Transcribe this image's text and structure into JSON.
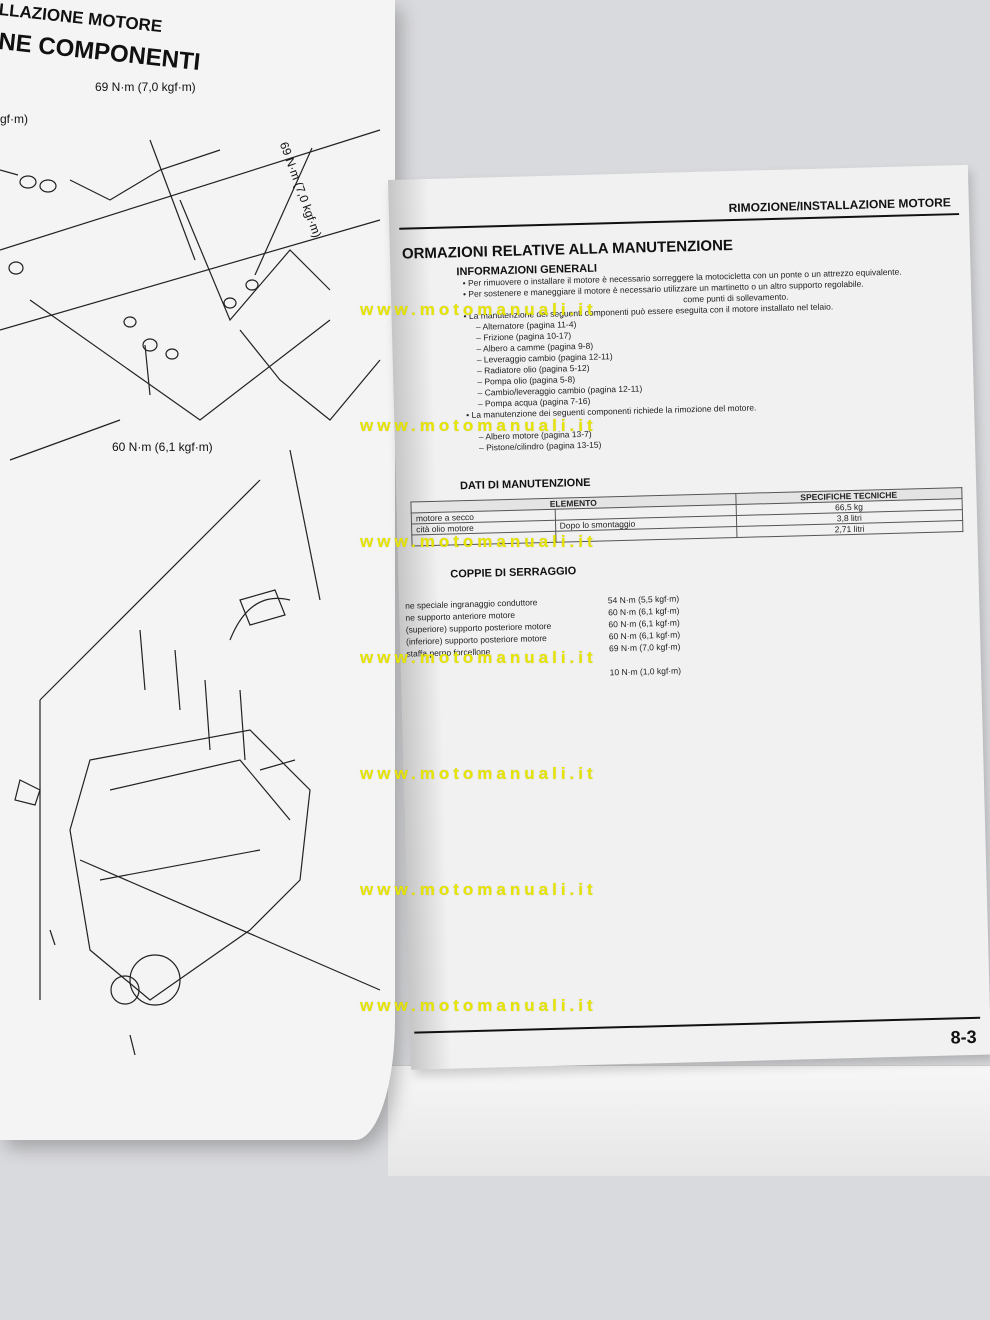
{
  "left_page": {
    "header": "LLAZIONE MOTORE",
    "title": "NE COMPONENTI",
    "labels": [
      "69 N·m (7,0 kgf·m)",
      "69 N·m (7,0 kgf·m)",
      "60 N·m (6,1 kgf·m)",
      "gf·m)"
    ]
  },
  "right_page": {
    "running_head": "RIMOZIONE/INSTALLAZIONE MOTORE",
    "section_title": "ORMAZIONI RELATIVE ALLA MANUTENZIONE",
    "general_info_title": "INFORMAZIONI GENERALI",
    "general_info": [
      {
        "type": "bullet",
        "text": "Per rimuovere o installare il motore è necessario sorreggere la motocicletta con un ponte o un attrezzo equivalente."
      },
      {
        "type": "bullet",
        "text": "Per sostenere e maneggiare il motore è necessario utilizzare un martinetto o un altro supporto regolabile."
      },
      {
        "type": "plain",
        "text": "come punti di sollevamento."
      },
      {
        "type": "bullet",
        "text": "La manutenzione dei seguenti componenti può essere eseguita con il motore installato nel telaio."
      },
      {
        "type": "dash",
        "text": "Alternatore (pagina 11-4)"
      },
      {
        "type": "dash",
        "text": "Frizione (pagina 10-17)"
      },
      {
        "type": "dash",
        "text": "Albero a camme (pagina 9-8)"
      },
      {
        "type": "dash",
        "text": "Leveraggio cambio (pagina 12-11)"
      },
      {
        "type": "dash",
        "text": "Radiatore olio (pagina 5-12)"
      },
      {
        "type": "dash",
        "text": "Pompa olio (pagina 5-8)"
      },
      {
        "type": "dash",
        "text": "Cambio/leveraggio cambio (pagina 12-11)"
      },
      {
        "type": "dash",
        "text": "Pompa acqua (pagina 7-16)"
      },
      {
        "type": "bullet",
        "text": "La manutenzione dei seguenti componenti richiede la rimozione del motore."
      },
      {
        "type": "dash",
        "text": "Albero motore (pagina 13-7)"
      },
      {
        "type": "dash",
        "text": "Pistone/cilindro (pagina 13-15)"
      }
    ],
    "maintenance_data_title": "DATI DI MANUTENZIONE",
    "maintenance_table": {
      "headers": [
        "ELEMENTO",
        "SPECIFICHE TECNICHE"
      ],
      "rows": [
        {
          "item": "motore a secco",
          "sub": "",
          "value": "66,5 kg"
        },
        {
          "item": "cità olio motore",
          "sub": "Dopo lo smontaggio",
          "value": "3,8 litri"
        },
        {
          "item": "",
          "sub": "",
          "value": "2,71 litri"
        }
      ]
    },
    "torque_title": "COPPIE DI SERRAGGIO",
    "torque_rows": [
      {
        "item": "ne speciale ingranaggio conduttore",
        "value": "54 N·m (5,5 kgf·m)"
      },
      {
        "item": "ne supporto anteriore motore",
        "value": "60 N·m (6,1 kgf·m)"
      },
      {
        "item": "(superiore) supporto posteriore motore",
        "value": "60 N·m (6,1 kgf·m)"
      },
      {
        "item": "(inferiore) supporto posteriore motore",
        "value": "60 N·m (6,1 kgf·m)"
      },
      {
        "item": "staffa perno forcellone",
        "value": "69 N·m (7,0 kgf·m)"
      },
      {
        "item": "",
        "value": ""
      },
      {
        "item": "",
        "value": "10 N·m (1,0 kgf·m)"
      }
    ],
    "page_number": "8-3"
  },
  "watermark": "www.motomanuali.it",
  "colors": {
    "background": "#d9dadd",
    "paper": "#f2f2f2",
    "ink": "#111111",
    "watermark": "#e7e500"
  }
}
